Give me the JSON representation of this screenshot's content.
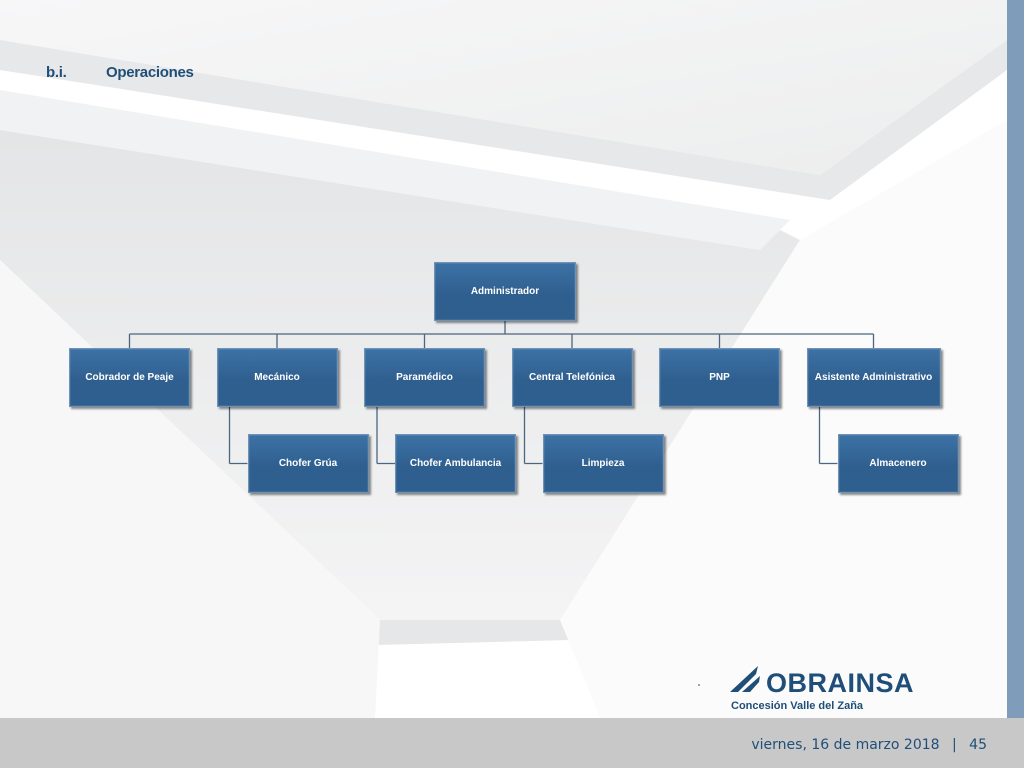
{
  "slide": {
    "section_number": "b.i.",
    "section_title": "Operaciones",
    "footer_date": "viernes, 16 de marzo 2018",
    "footer_separator": "|",
    "page_number": "45"
  },
  "logo": {
    "brand": "OBRAINSA",
    "subtitle": "Concesión Valle del Zaña"
  },
  "org_chart": {
    "root": "Administrador",
    "children": [
      {
        "label": "Cobrador de Peaje",
        "sub": []
      },
      {
        "label": "Mecánico",
        "sub": [
          "Chofer Grúa"
        ]
      },
      {
        "label": "Paramédico",
        "sub": [
          "Chofer Ambulancia"
        ]
      },
      {
        "label": "Central Telefónica",
        "sub": [
          "Limpieza"
        ]
      },
      {
        "label": "PNP",
        "sub": []
      },
      {
        "label": "Asistente Administrativo",
        "sub": [
          "Almacenero"
        ]
      }
    ]
  },
  "colors": {
    "node_fill": "#2f5f8f",
    "node_fill_light": "#3d72a6",
    "node_border": "#6f93b5",
    "title_text": "#1f4e79",
    "logo_blue": "#1f4e79",
    "right_bar": "#7f9cbb",
    "footer_band": "#c8c8c8",
    "footer_text": "#1f4e79"
  },
  "icons": {
    "logo_mark": "obrainsa-wing-logo-icon"
  }
}
